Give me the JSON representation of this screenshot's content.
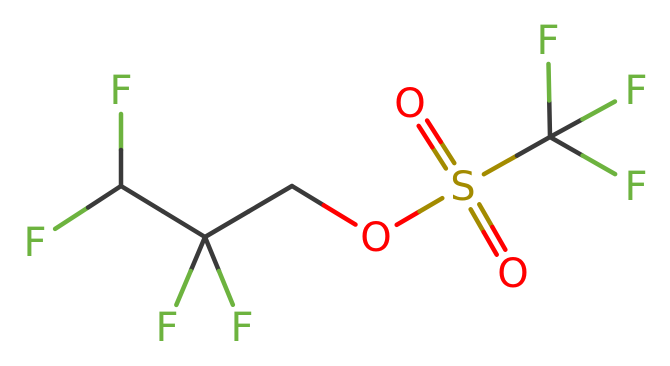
{
  "molecule": {
    "atoms": [
      {
        "id": "F1",
        "symbol": "F",
        "color": "#6db33f"
      },
      {
        "id": "F2",
        "symbol": "F",
        "color": "#6db33f"
      },
      {
        "id": "F3",
        "symbol": "F",
        "color": "#6db33f"
      },
      {
        "id": "F4",
        "symbol": "F",
        "color": "#6db33f"
      },
      {
        "id": "O1",
        "symbol": "O",
        "color": "#ff0000"
      },
      {
        "id": "S1",
        "symbol": "S",
        "color": "#a38b00"
      },
      {
        "id": "O2",
        "symbol": "O",
        "color": "#ff0000"
      },
      {
        "id": "O3",
        "symbol": "O",
        "color": "#ff0000"
      },
      {
        "id": "F5",
        "symbol": "F",
        "color": "#6db33f"
      },
      {
        "id": "F6",
        "symbol": "F",
        "color": "#6db33f"
      },
      {
        "id": "F7",
        "symbol": "F",
        "color": "#6db33f"
      }
    ],
    "bond_color": "#3a3a3a"
  }
}
